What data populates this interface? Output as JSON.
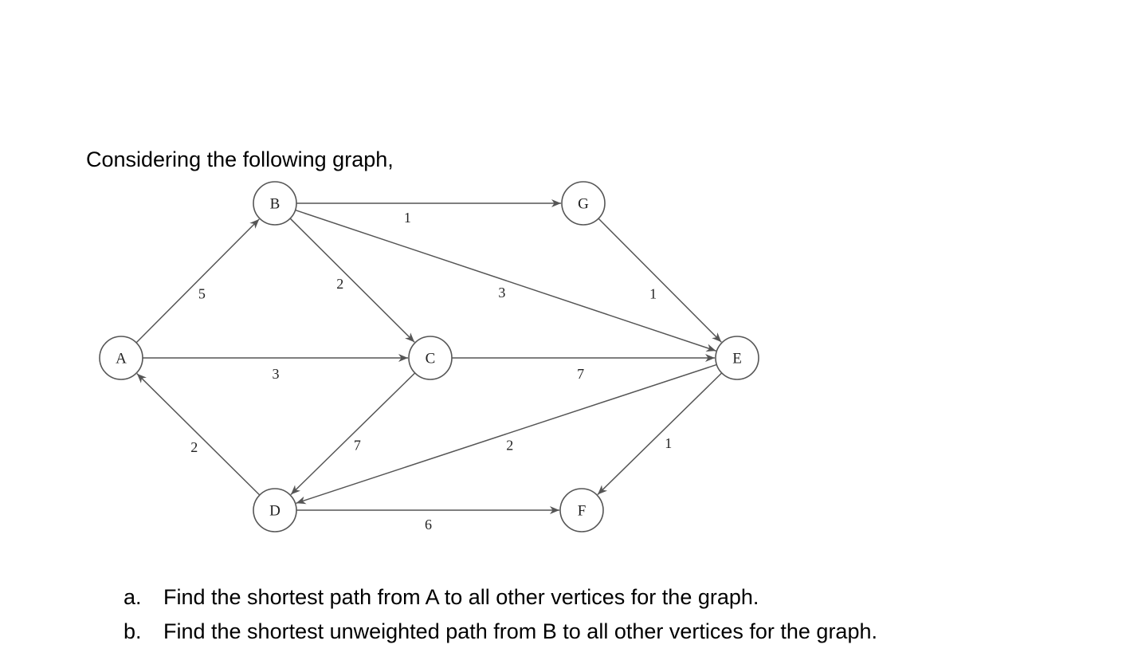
{
  "intro": "Considering the following graph,",
  "graph": {
    "nodes": [
      {
        "id": "A",
        "label": "A"
      },
      {
        "id": "B",
        "label": "B"
      },
      {
        "id": "C",
        "label": "C"
      },
      {
        "id": "D",
        "label": "D"
      },
      {
        "id": "E",
        "label": "E"
      },
      {
        "id": "F",
        "label": "F"
      },
      {
        "id": "G",
        "label": "G"
      }
    ],
    "edges": [
      {
        "from": "A",
        "to": "B",
        "weight": "5"
      },
      {
        "from": "A",
        "to": "C",
        "weight": "3"
      },
      {
        "from": "B",
        "to": "C",
        "weight": "2"
      },
      {
        "from": "B",
        "to": "G",
        "weight": "1"
      },
      {
        "from": "B",
        "to": "E",
        "weight": "3"
      },
      {
        "from": "G",
        "to": "E",
        "weight": "1"
      },
      {
        "from": "C",
        "to": "E",
        "weight": "7"
      },
      {
        "from": "C",
        "to": "D",
        "weight": "7"
      },
      {
        "from": "D",
        "to": "A",
        "weight": "2"
      },
      {
        "from": "E",
        "to": "D",
        "weight": "2"
      },
      {
        "from": "E",
        "to": "F",
        "weight": "1"
      },
      {
        "from": "D",
        "to": "F",
        "weight": "6"
      }
    ]
  },
  "questions": [
    {
      "marker": "a.",
      "text": "Find the shortest path from A to all other vertices for the graph."
    },
    {
      "marker": "b.",
      "text": "Find the shortest unweighted path from B to all other vertices for the graph."
    }
  ]
}
